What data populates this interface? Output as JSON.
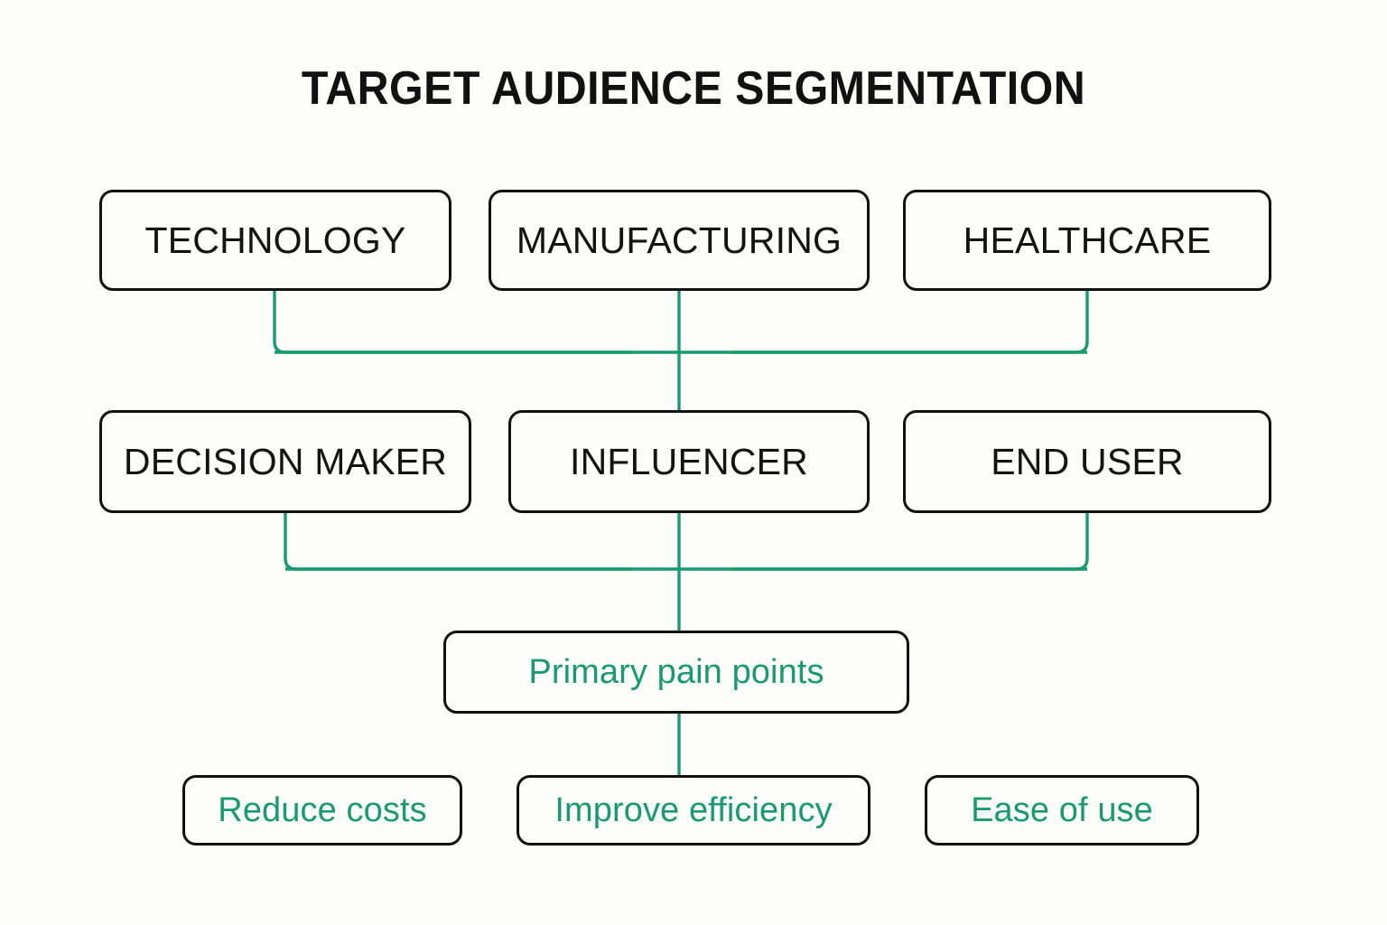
{
  "page": {
    "title": "TARGET AUDIENCE SEGMENTATION",
    "background_color": "#fdfdfb",
    "stroke_color": "#111111",
    "accent_color": "#1a9b6c"
  },
  "diagram": {
    "type": "flowchart",
    "rows": [
      {
        "row_name": "industry-segments",
        "nodes": [
          {
            "id": "technology",
            "label": "TECHNOLOGY",
            "style": "segment"
          },
          {
            "id": "manufacturing",
            "label": "MANUFACTURING",
            "style": "segment"
          },
          {
            "id": "healthcare",
            "label": "HEALTHCARE",
            "style": "segment"
          }
        ]
      },
      {
        "row_name": "buyer-roles",
        "nodes": [
          {
            "id": "decision-maker",
            "label": "DECISION MAKER",
            "style": "segment"
          },
          {
            "id": "influencer",
            "label": "INFLUENCER",
            "style": "segment"
          },
          {
            "id": "end-user",
            "label": "END USER",
            "style": "segment"
          }
        ]
      },
      {
        "row_name": "pain-point-header",
        "nodes": [
          {
            "id": "primary-pain-points",
            "label": "Primary pain points",
            "style": "accent"
          }
        ]
      },
      {
        "row_name": "pain-points",
        "nodes": [
          {
            "id": "reduce-costs",
            "label": "Reduce costs",
            "style": "accent"
          },
          {
            "id": "improve-efficiency",
            "label": "Improve efficiency",
            "style": "accent"
          },
          {
            "id": "ease-of-use",
            "label": "Ease of use",
            "style": "accent"
          }
        ]
      }
    ],
    "connections": [
      {
        "from": "technology",
        "to": "bus-1",
        "kind": "elbow-down-right"
      },
      {
        "from": "manufacturing",
        "to": "influencer",
        "kind": "straight-down"
      },
      {
        "from": "healthcare",
        "to": "bus-1",
        "kind": "elbow-down-left"
      },
      {
        "from": "decision-maker",
        "to": "bus-2",
        "kind": "elbow-down-right"
      },
      {
        "from": "influencer",
        "to": "primary-pain-points",
        "kind": "straight-down"
      },
      {
        "from": "end-user",
        "to": "bus-2",
        "kind": "elbow-down-left"
      },
      {
        "from": "primary-pain-points",
        "to": "improve-efficiency",
        "kind": "straight-down"
      }
    ]
  }
}
